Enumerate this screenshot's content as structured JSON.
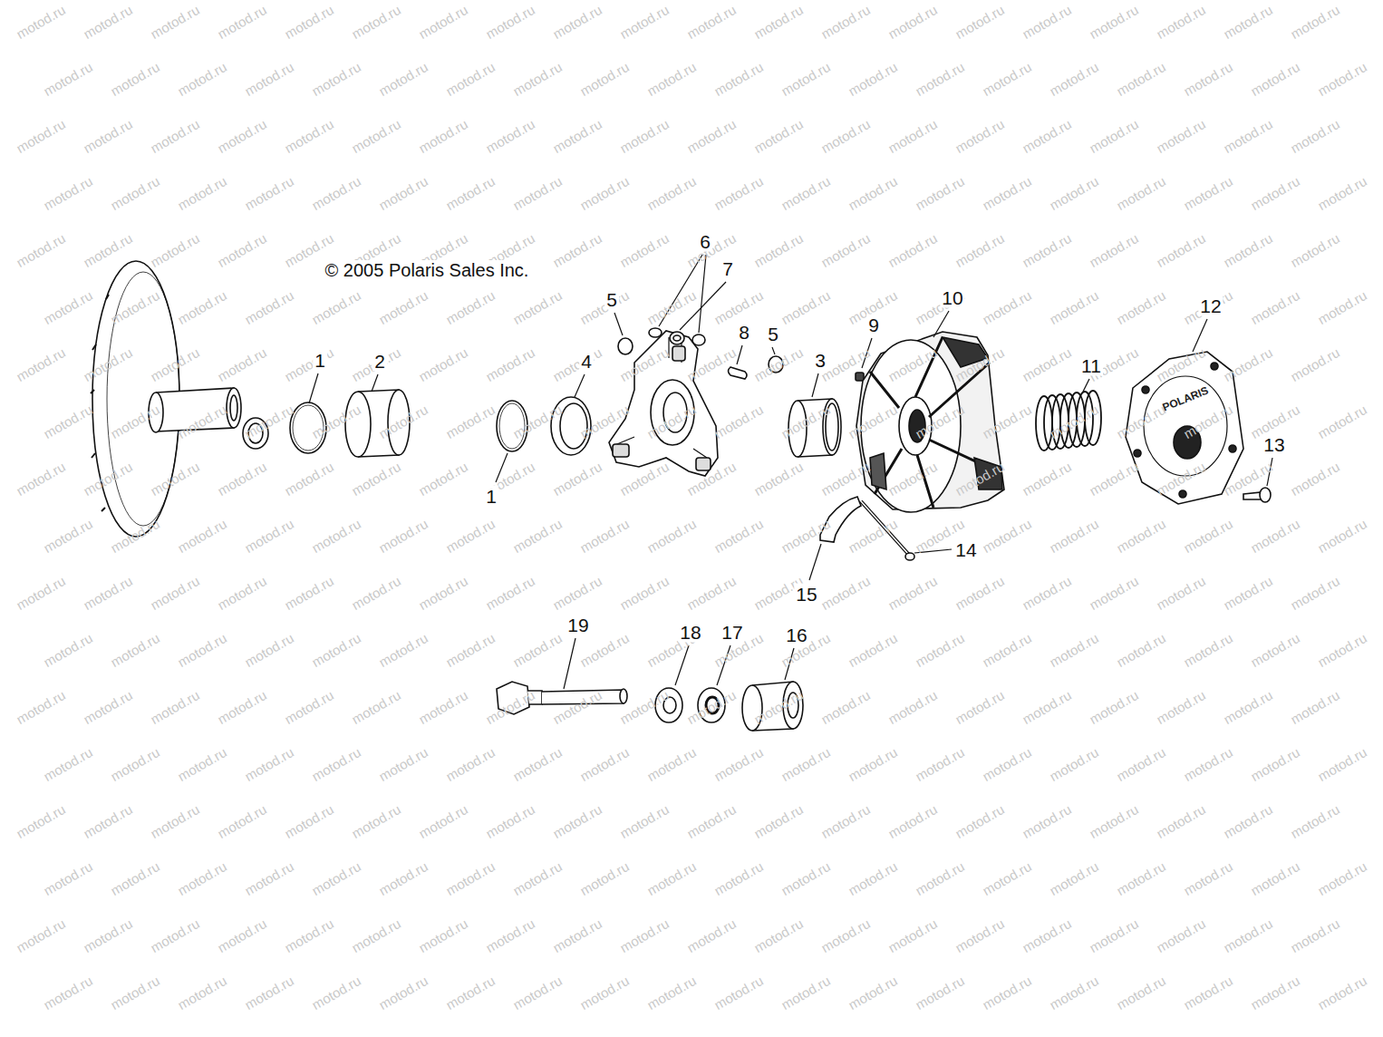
{
  "diagram": {
    "labels": [
      "© 2005 Polaris Sales Inc.",
      "1",
      "2",
      "1",
      "4",
      "5",
      "6",
      "7",
      "8",
      "5",
      "3",
      "9",
      "10",
      "11",
      "12",
      "13",
      "14",
      "15",
      "19",
      "18",
      "17",
      "16",
      "POLARIS",
      "motod.ru",
      "motod.ru",
      "motod.ru",
      "motod.ru",
      "motod.ru",
      "motod.ru",
      "motod.ru",
      "motod.ru",
      "motod.ru",
      "motod.ru",
      "motod.ru",
      "motod.ru",
      "motod.ru",
      "motod.ru",
      "motod.ru",
      "motod.ru",
      "motod.ru",
      "motod.ru",
      "motod.ru",
      "motod.ru",
      "motod.ru",
      "motod.ru",
      "motod.ru",
      "motod.ru",
      "motod.ru",
      "motod.ru",
      "motod.ru",
      "motod.ru",
      "motod.ru",
      "motod.ru",
      "motod.ru",
      "motod.ru",
      "motod.ru",
      "motod.ru",
      "motod.ru",
      "motod.ru",
      "motod.ru",
      "motod.ru",
      "motod.ru",
      "motod.ru",
      "motod.ru",
      "motod.ru",
      "motod.ru",
      "motod.ru",
      "motod.ru",
      "motod.ru",
      "motod.ru",
      "motod.ru",
      "motod.ru",
      "motod.ru",
      "motod.ru",
      "motod.ru",
      "motod.ru",
      "motod.ru",
      "motod.ru",
      "motod.ru",
      "motod.ru",
      "motod.ru",
      "motod.ru",
      "motod.ru",
      "motod.ru",
      "motod.ru",
      "motod.ru",
      "motod.ru",
      "motod.ru",
      "motod.ru",
      "motod.ru",
      "motod.ru",
      "motod.ru",
      "motod.ru",
      "motod.ru",
      "motod.ru",
      "motod.ru",
      "motod.ru",
      "motod.ru",
      "motod.ru",
      "motod.ru",
      "motod.ru",
      "motod.ru",
      "motod.ru",
      "motod.ru",
      "motod.ru",
      "motod.ru",
      "motod.ru",
      "motod.ru",
      "motod.ru",
      "motod.ru",
      "motod.ru",
      "motod.ru",
      "motod.ru",
      "motod.ru",
      "motod.ru",
      "motod.ru",
      "motod.ru",
      "motod.ru",
      "motod.ru",
      "motod.ru",
      "motod.ru",
      "motod.ru",
      "motod.ru",
      "motod.ru",
      "motod.ru",
      "motod.ru",
      "motod.ru",
      "motod.ru",
      "motod.ru",
      "motod.ru",
      "motod.ru",
      "motod.ru",
      "motod.ru",
      "motod.ru",
      "motod.ru",
      "motod.ru",
      "motod.ru",
      "motod.ru",
      "motod.ru",
      "motod.ru",
      "motod.ru",
      "motod.ru",
      "motod.ru",
      "motod.ru",
      "motod.ru",
      "motod.ru",
      "motod.ru",
      "motod.ru",
      "motod.ru",
      "motod.ru",
      "motod.ru",
      "motod.ru",
      "motod.ru",
      "motod.ru",
      "motod.ru",
      "motod.ru",
      "motod.ru",
      "motod.ru",
      "motod.ru",
      "motod.ru",
      "motod.ru",
      "motod.ru",
      "motod.ru",
      "motod.ru",
      "motod.ru",
      "motod.ru",
      "motod.ru",
      "motod.ru",
      "motod.ru",
      "motod.ru",
      "motod.ru",
      "motod.ru",
      "motod.ru",
      "motod.ru",
      "motod.ru",
      "motod.ru",
      "motod.ru",
      "motod.ru",
      "motod.ru",
      "motod.ru",
      "motod.ru",
      "motod.ru",
      "motod.ru",
      "motod.ru",
      "motod.ru",
      "motod.ru",
      "motod.ru",
      "motod.ru",
      "motod.ru",
      "motod.ru",
      "motod.ru",
      "motod.ru",
      "motod.ru",
      "motod.ru",
      "motod.ru",
      "motod.ru",
      "motod.ru",
      "motod.ru",
      "motod.ru",
      "motod.ru",
      "motod.ru",
      "motod.ru",
      "motod.ru",
      "motod.ru",
      "motod.ru",
      "motod.ru",
      "motod.ru",
      "motod.ru",
      "motod.ru",
      "motod.ru",
      "motod.ru",
      "motod.ru",
      "motod.ru",
      "motod.ru",
      "motod.ru",
      "motod.ru",
      "motod.ru",
      "motod.ru",
      "motod.ru",
      "motod.ru",
      "motod.ru",
      "motod.ru",
      "motod.ru",
      "motod.ru",
      "motod.ru",
      "motod.ru",
      "motod.ru",
      "motod.ru",
      "motod.ru",
      "motod.ru",
      "motod.ru",
      "motod.ru",
      "motod.ru",
      "motod.ru",
      "motod.ru",
      "motod.ru",
      "motod.ru",
      "motod.ru",
      "motod.ru",
      "motod.ru",
      "motod.ru",
      "motod.ru",
      "motod.ru",
      "motod.ru",
      "motod.ru",
      "motod.ru",
      "motod.ru",
      "motod.ru",
      "motod.ru",
      "motod.ru",
      "motod.ru",
      "motod.ru",
      "motod.ru",
      "motod.ru",
      "motod.ru",
      "motod.ru",
      "motod.ru",
      "motod.ru",
      "motod.ru",
      "motod.ru",
      "motod.ru",
      "motod.ru",
      "motod.ru",
      "motod.ru",
      "motod.ru",
      "motod.ru",
      "motod.ru",
      "motod.ru",
      "motod.ru",
      "motod.ru",
      "motod.ru",
      "motod.ru",
      "motod.ru",
      "motod.ru",
      "motod.ru",
      "motod.ru",
      "motod.ru",
      "motod.ru",
      "motod.ru",
      "motod.ru",
      "motod.ru",
      "motod.ru",
      "motod.ru",
      "motod.ru",
      "motod.ru",
      "motod.ru",
      "motod.ru",
      "motod.ru",
      "motod.ru",
      "motod.ru",
      "motod.ru",
      "motod.ru",
      "motod.ru",
      "motod.ru",
      "motod.ru",
      "motod.ru",
      "motod.ru",
      "motod.ru",
      "motod.ru",
      "motod.ru",
      "motod.ru",
      "motod.ru",
      "motod.ru",
      "motod.ru",
      "motod.ru",
      "motod.ru",
      "motod.ru",
      "motod.ru",
      "motod.ru",
      "motod.ru",
      "motod.ru",
      "motod.ru",
      "motod.ru",
      "motod.ru",
      "motod.ru",
      "motod.ru",
      "motod.ru",
      "motod.ru",
      "motod.ru",
      "motod.ru",
      "motod.ru",
      "motod.ru",
      "motod.ru",
      "motod.ru",
      "motod.ru",
      "motod.ru",
      "motod.ru",
      "motod.ru",
      "motod.ru",
      "motod.ru",
      "motod.ru",
      "motod.ru",
      "motod.ru",
      "motod.ru",
      "motod.ru",
      "motod.ru",
      "motod.ru",
      "motod.ru",
      "motod.ru",
      "motod.ru",
      "motod.ru",
      "motod.ru",
      "motod.ru",
      "motod.ru",
      "motod.ru",
      "motod.ru",
      "motod.ru",
      "motod.ru",
      "motod.ru",
      "motod.ru",
      "motod.ru",
      "motod.ru",
      "motod.ru",
      "motod.ru",
      "motod.ru",
      "motod.ru",
      "motod.ru",
      "motod.ru",
      "motod.ru",
      "motod.ru",
      "motod.ru",
      "motod.ru",
      "motod.ru",
      "motod.ru",
      "motod.ru",
      "motod.ru",
      "motod.ru",
      "motod.ru",
      "motod.ru",
      "motod.ru",
      "motod.ru",
      "motod.ru",
      "motod.ru",
      "motod.ru",
      "motod.ru",
      "motod.ru",
      "motod.ru",
      "motod.ru",
      "motod.ru",
      "motod.ru",
      "motod.ru",
      "motod.ru",
      "motod.ru"
    ]
  }
}
